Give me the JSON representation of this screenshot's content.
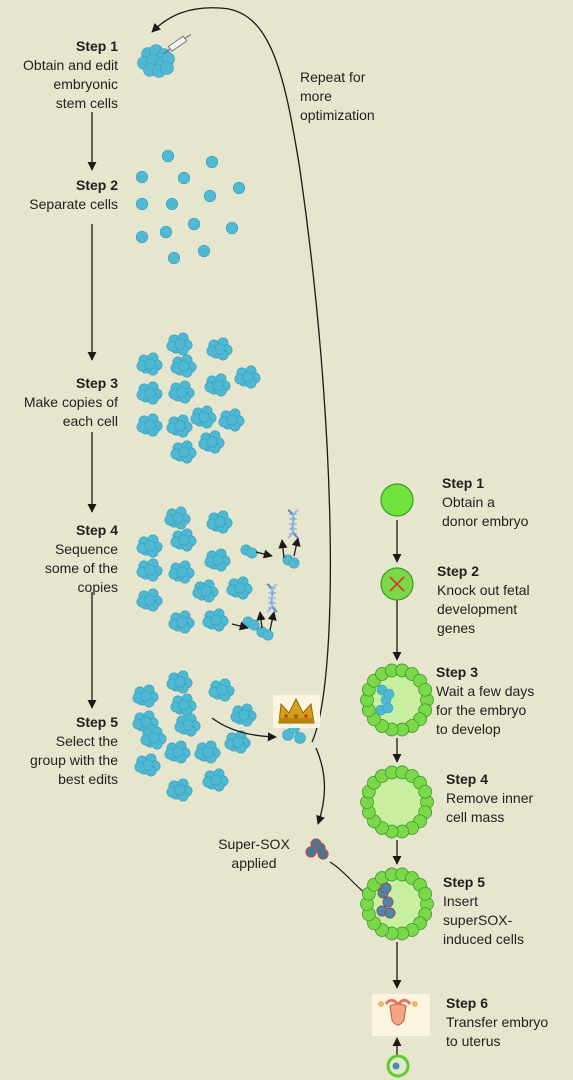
{
  "colors": {
    "background": "#e6e6cf",
    "cell": "#4fb8d3",
    "embryo": "#7ad84a",
    "embryo_inner": "#c8eea0",
    "knockout_mark": "#d43a2a",
    "arrow": "#1a1a1a"
  },
  "left_steps": [
    {
      "title": "Step 1",
      "lines": [
        "Obtain and edit",
        "embryonic",
        "stem cells"
      ]
    },
    {
      "title": "Step 2",
      "lines": [
        "Separate cells"
      ]
    },
    {
      "title": "Step 3",
      "lines": [
        "Make copies of",
        "each cell"
      ]
    },
    {
      "title": "Step 4",
      "lines": [
        "Sequence",
        "some of the",
        "copies"
      ]
    },
    {
      "title": "Step 5",
      "lines": [
        "Select the",
        "group with the",
        "best edits"
      ]
    }
  ],
  "right_steps": [
    {
      "title": "Step 1",
      "lines": [
        "Obtain a",
        "donor embryo"
      ]
    },
    {
      "title": "Step 2",
      "lines": [
        "Knock out fetal",
        "development",
        "genes"
      ]
    },
    {
      "title": "Step 3",
      "lines": [
        "Wait a few days",
        "for the embryo",
        "to develop"
      ]
    },
    {
      "title": "Step 4",
      "lines": [
        "Remove inner",
        "cell mass"
      ]
    },
    {
      "title": "Step 5",
      "lines": [
        "Insert",
        "superSOX-",
        "induced cells"
      ]
    },
    {
      "title": "Step 6",
      "lines": [
        "Transfer embryo",
        "to uterus"
      ]
    }
  ],
  "loop_note": [
    "Repeat for",
    "more",
    "optimization"
  ],
  "supersox_note": [
    "Super-SOX",
    "applied"
  ],
  "icons": {
    "syringe": "syringe-icon",
    "dna": "dna-helix-icon",
    "crown": "crown-icon",
    "uterus": "uterus-icon",
    "knockout": "x-mark-icon"
  }
}
